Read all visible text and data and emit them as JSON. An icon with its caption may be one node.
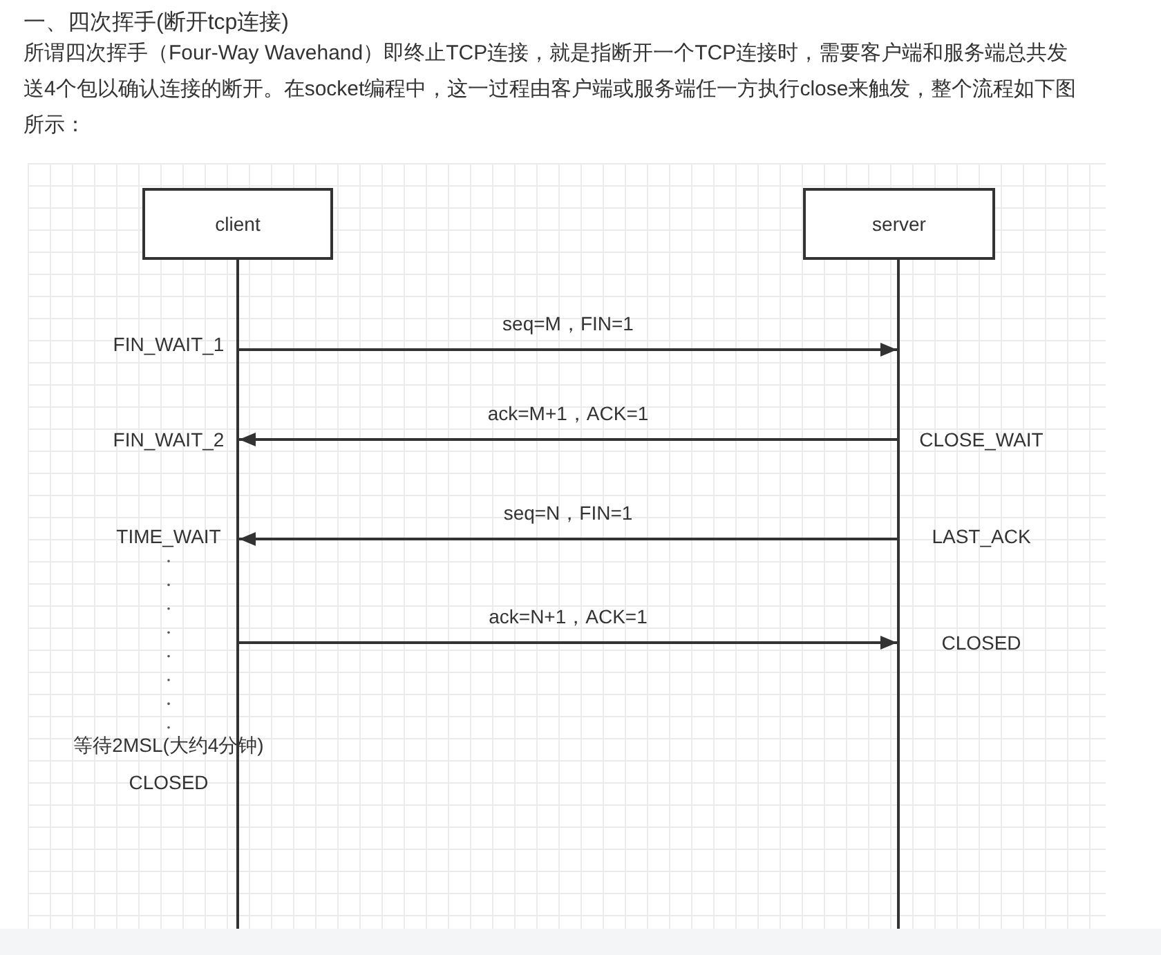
{
  "diagram": {
    "title": "一、四次挥手(断开tcp连接)",
    "nodes": [
      {
        "text": [
          "client"
        ]
      },
      {
        "text": [
          "server"
        ]
      },
      {
        "text": [],
        "shape": "bar"
      },
      {
        "text": [],
        "shape": "bar"
      }
    ],
    "edges": [
      {
        "from": 2,
        "to": 3,
        "arrow": "to",
        "label": "seq=M，FIN=1"
      },
      {
        "from": 3,
        "to": 2,
        "arrow": "to",
        "label": "ack=M+1，ACK=1"
      },
      {
        "from": 3,
        "to": 2,
        "arrow": "to",
        "label": "seq=N，FIN=1"
      },
      {
        "from": 2,
        "to": 3,
        "arrow": "to",
        "label": "ack=N+1，ACK=1"
      }
    ],
    "labels": [
      "所谓四次挥手（Four-Way Wavehand）即终止TCP连接，就是指断开一个TCP连接时，需要客户端和服务端总共发送4个包以确认连接的断开。在socket编程中，这一过程由客户端或服务端任一方执行close来触发，整个流程如下图所示：",
      "FIN_WAIT_1",
      "FIN_WAIT_2",
      "CLOSE_WAIT",
      "TIME_WAIT",
      "LAST_ACK",
      "CLOSED",
      "等待2MSL(大约4分钟)",
      "CLOSED"
    ]
  }
}
